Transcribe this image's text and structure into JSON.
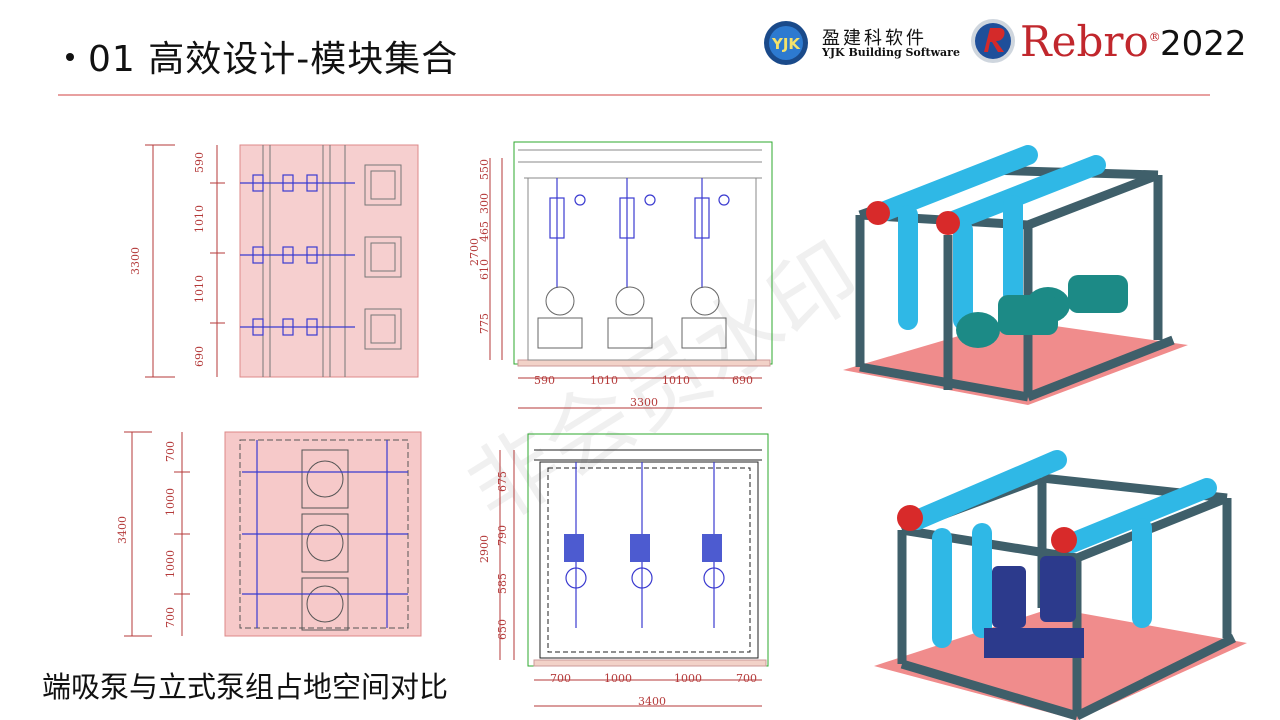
{
  "header": {
    "title": "01 高效设计-模块集合",
    "yjk_logo_text": "YJK",
    "yjk_cn": "盈建科软件",
    "yjk_en": "YJK Building Software",
    "rebro_name": "Rebro",
    "rebro_reg": "®",
    "year": "2022"
  },
  "caption": "端吸泵与立式泵组占地空间对比",
  "watermark": "非会员水印",
  "drawings": {
    "end_suction_plan": {
      "total": "3300",
      "segments": [
        "590",
        "1010",
        "1010",
        "690"
      ]
    },
    "end_suction_elevation": {
      "total_h": "2700",
      "h_segments": [
        "550",
        "300",
        "465",
        "610",
        "775"
      ],
      "total_w": "3300",
      "w_segments": [
        "590",
        "1010",
        "1010",
        "690"
      ]
    },
    "vertical_plan": {
      "total": "3400",
      "segments": [
        "700",
        "1000",
        "1000",
        "700"
      ]
    },
    "vertical_elevation": {
      "total_h": "2900",
      "h_segments": [
        "675",
        "790",
        "585",
        "650"
      ],
      "total_w": "3400",
      "w_segments": [
        "700",
        "1000",
        "1000",
        "700"
      ]
    }
  },
  "colors": {
    "accent_rule": "#e8a0a0",
    "rebro_red": "#c1272d",
    "pipe_cyan": "#2fb8e6",
    "frame": "#3f5f6a",
    "base_pink": "#f08c8c"
  }
}
